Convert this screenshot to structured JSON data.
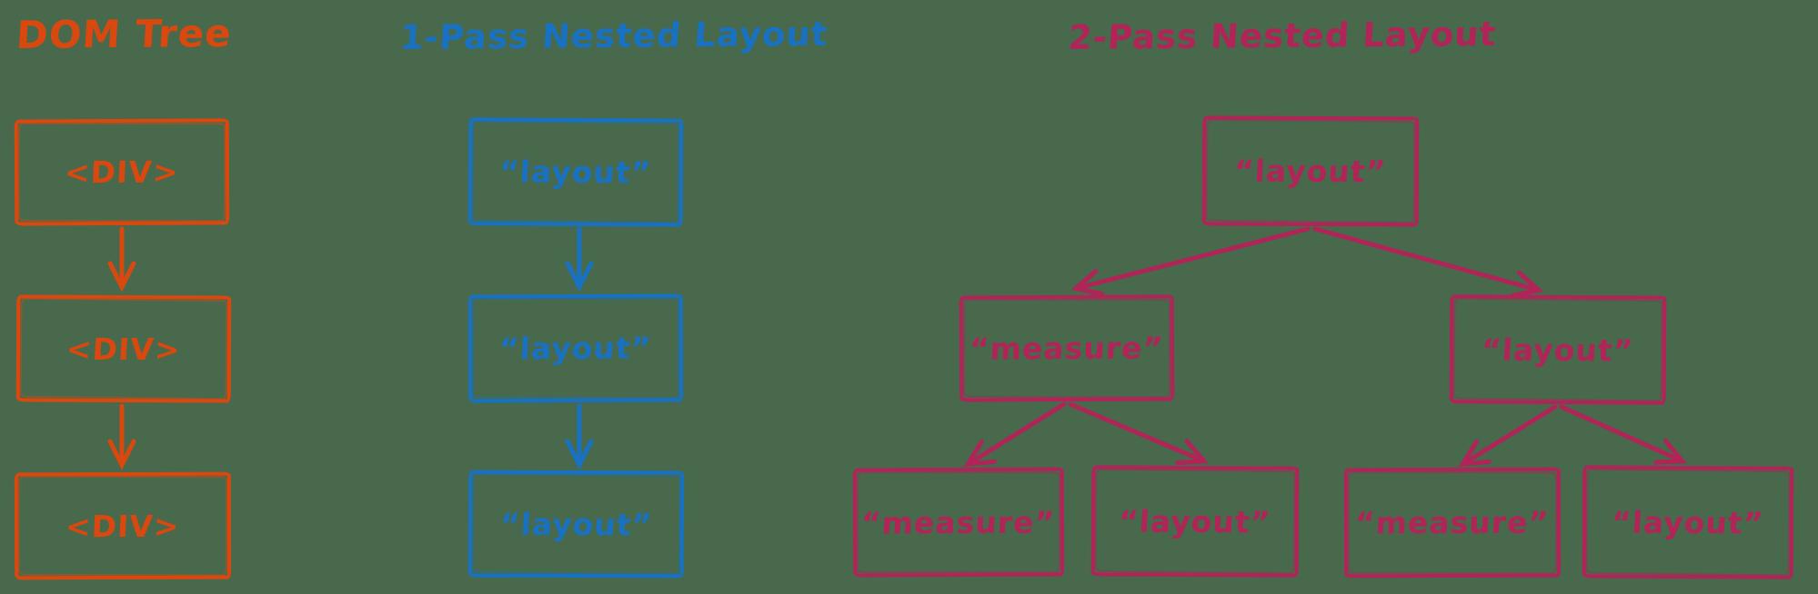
{
  "colors": {
    "bg": "#48694C",
    "orange": "#D9480F",
    "blue": "#1971C2",
    "pink": "#B02458"
  },
  "sections": {
    "dom_tree": {
      "title": "DOM Tree",
      "nodes": [
        "<DIV>",
        "<DIV>",
        "<DIV>"
      ]
    },
    "one_pass": {
      "title": "1-Pass Nested Layout",
      "nodes": [
        "“layout”",
        "“layout”",
        "“layout”"
      ]
    },
    "two_pass": {
      "title": "2-Pass Nested Layout",
      "root": "“layout”",
      "children": [
        {
          "label": "“measure”",
          "children": [
            "“measure”",
            "“layout”"
          ]
        },
        {
          "label": "“layout”",
          "children": [
            "“measure”",
            "“layout”"
          ]
        }
      ]
    }
  }
}
